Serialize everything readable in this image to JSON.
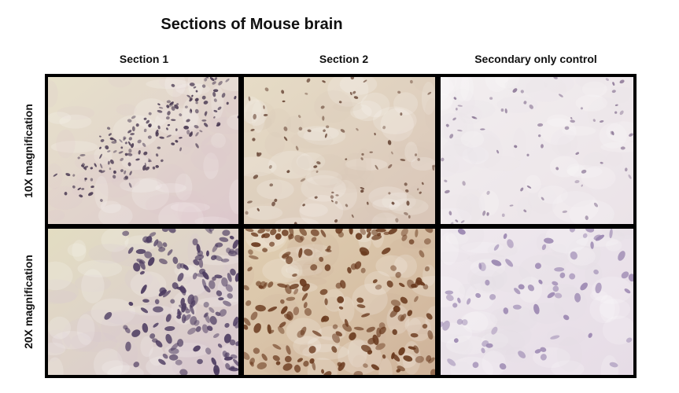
{
  "figure": {
    "title": "Sections of Mouse brain",
    "columns": [
      "Section 1",
      "Section 2",
      "Secondary only control"
    ],
    "rows": [
      "10X magnification",
      "20X magnification"
    ]
  },
  "panels": [
    {
      "row": 0,
      "col": 0,
      "stain": "light-pink-purple-nuclei",
      "bg": "#e7e1cb",
      "bg2": "#dcc8cc",
      "nuclei": "#4a3a52",
      "density": "band-diagonal"
    },
    {
      "row": 0,
      "col": 1,
      "stain": "light-brown-dab",
      "bg": "#e6dcc6",
      "bg2": "#d9c5b8",
      "nuclei": "#6b4a3a",
      "density": "scattered"
    },
    {
      "row": 0,
      "col": 2,
      "stain": "unstained-control",
      "bg": "#f2eeef",
      "bg2": "#ebe3e8",
      "nuclei": "#8e7a98",
      "density": "sparse"
    },
    {
      "row": 1,
      "col": 0,
      "stain": "pink-purple-nuclei",
      "bg": "#e3ddc2",
      "bg2": "#d8c7d0",
      "nuclei": "#4c3b60",
      "density": "right-heavy"
    },
    {
      "row": 1,
      "col": 1,
      "stain": "brown-dab",
      "bg": "#e0cfb2",
      "bg2": "#cfb39a",
      "nuclei": "#6a3a1e",
      "density": "dense"
    },
    {
      "row": 1,
      "col": 2,
      "stain": "unstained-control",
      "bg": "#efe9ee",
      "bg2": "#e6dce6",
      "nuclei": "#9a86b0",
      "density": "sparse"
    }
  ]
}
